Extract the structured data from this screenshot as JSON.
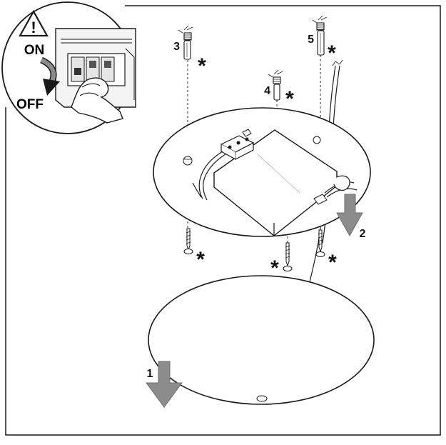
{
  "inset": {
    "warning_symbol": "!",
    "on_label": "ON",
    "off_label": "OFF"
  },
  "screws": {
    "top_left_number": "3",
    "top_mid_number": "4",
    "top_right_number": "5",
    "marker": "*"
  },
  "arrows": {
    "canopy_step": "2",
    "cover_step": "1"
  },
  "colors": {
    "line": "#1a1a1a",
    "arrow_fill": "#8c8c8c",
    "background": "#ffffff"
  }
}
